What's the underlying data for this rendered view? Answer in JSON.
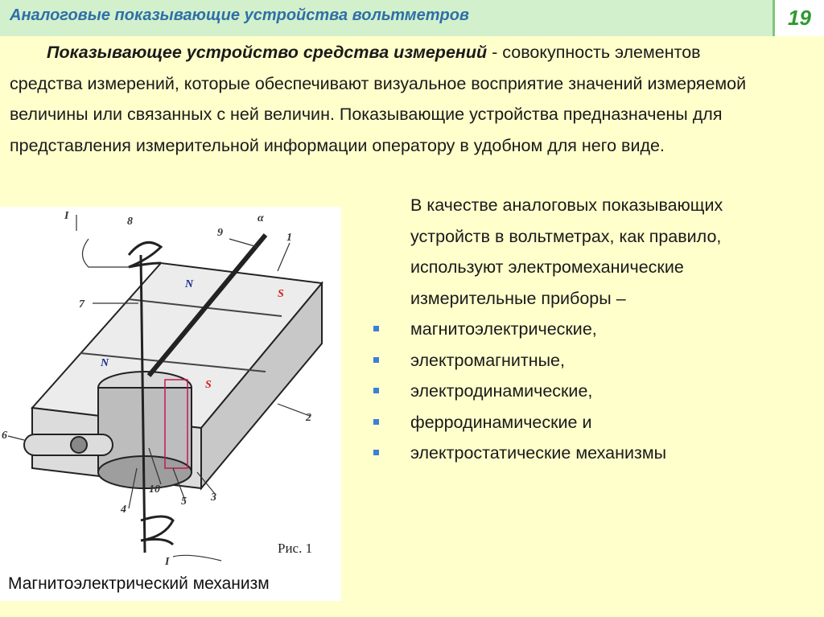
{
  "header": {
    "title": "Аналоговые показывающие устройства вольтметров",
    "page_number": "19"
  },
  "intro": {
    "term": "Показывающее устройство средства измерений",
    "definition": " - совокупность элементов средства измерений, которые обеспечивают визуальное восприятие значений измеряемой величины или связанных с ней величин. Показывающие устройства предназначены для представления измерительной информации оператору в удобном для него виде."
  },
  "right": {
    "lead": "В качестве аналоговых показывающих устройств в вольтметрах, как правило, используют электромеханические измерительные приборы –",
    "items": [
      "магнитоэлектрические,",
      "электромагнитные,",
      "электродинамические,",
      "ферродинамические и",
      "электростатические механизмы"
    ]
  },
  "figure": {
    "labels": [
      "I",
      "8",
      "9",
      "1",
      "α",
      "N",
      "S",
      "N",
      "S",
      "7",
      "2",
      "6",
      "4",
      "10",
      "5",
      "3",
      "I"
    ],
    "fig_caption": "Рис. 1",
    "caption": "Магнитоэлектрический механизм"
  },
  "colors": {
    "title": "#2f6fa8",
    "header_bg": "#d2f0cc",
    "page_bg": "#ffffcc",
    "bullet": "#3c7fd6",
    "pole_label": "#d41f1f"
  }
}
